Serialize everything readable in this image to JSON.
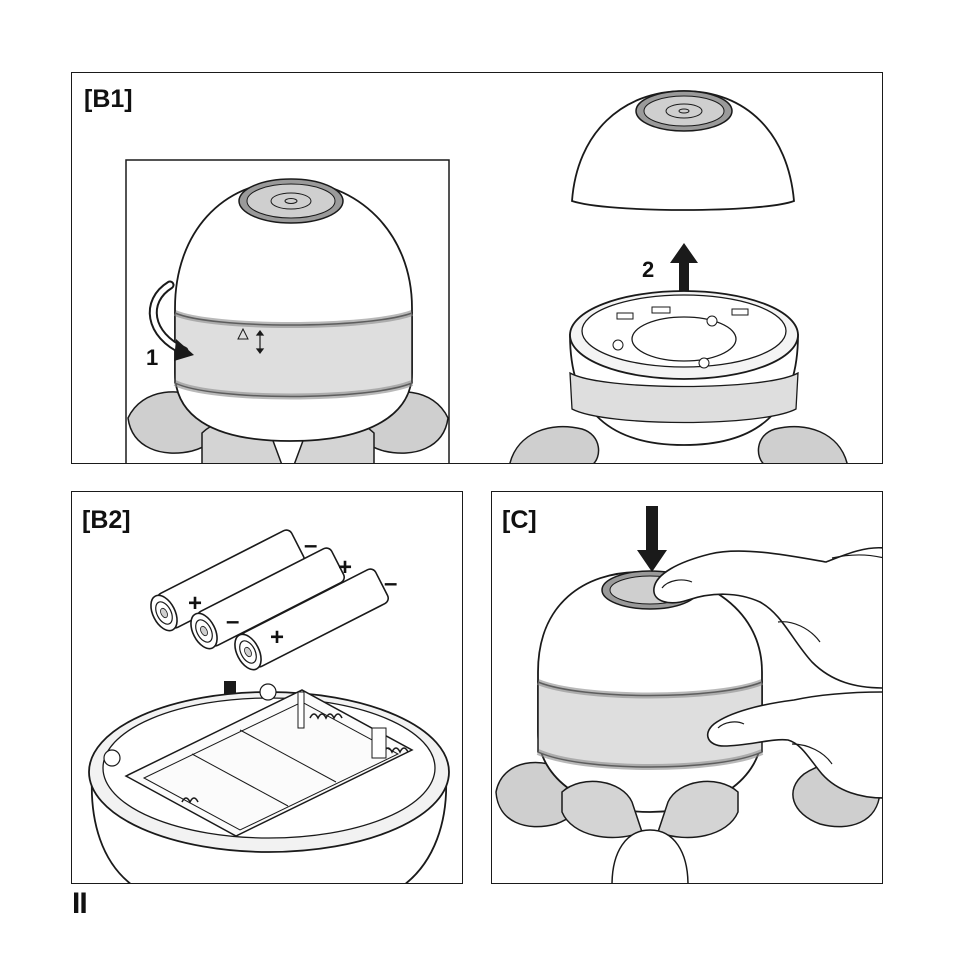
{
  "panels": {
    "b1": {
      "label": "[B1]",
      "step_one": "1",
      "step_two": "2"
    },
    "b2": {
      "label": "[B2]",
      "battery_plus": "+",
      "battery_minus": "–"
    },
    "c": {
      "label": "[C]"
    }
  },
  "page_marker": "II",
  "colors": {
    "line": "#1a1a1a",
    "band": "#d9d9d9",
    "shade": "#bdbdbd",
    "button": "#c8c8c8"
  }
}
